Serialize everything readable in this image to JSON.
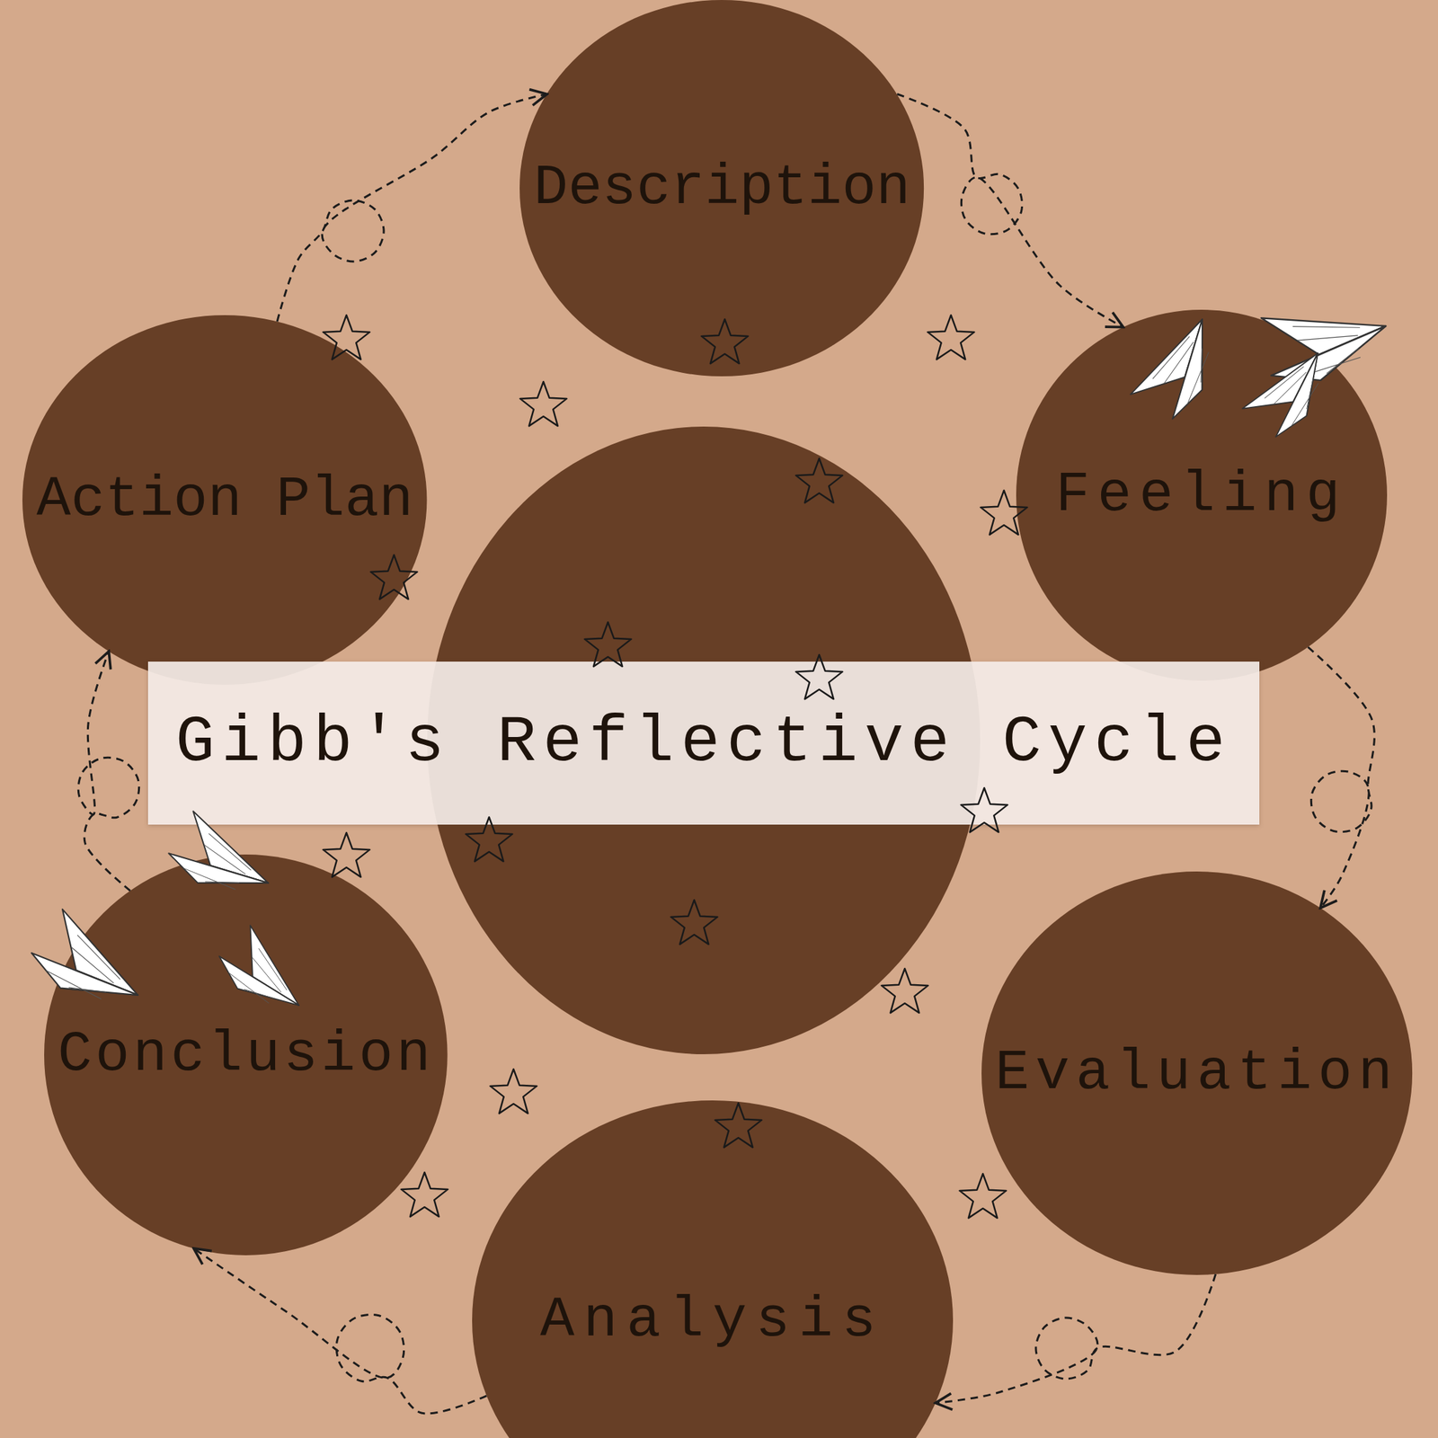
{
  "diagram": {
    "nodes": [
      {
        "text": [
          "Description"
        ]
      },
      {
        "text": [
          "Feeling"
        ]
      },
      {
        "text": [
          "Evaluation"
        ]
      },
      {
        "text": [
          "Analysis"
        ]
      },
      {
        "text": [
          "Conclusion"
        ]
      },
      {
        "text": [
          "Action Plan"
        ]
      },
      {
        "text": [
          "Gibb's Reflective Cycle"
        ]
      }
    ],
    "edges": [
      {
        "from": 0,
        "to": 1,
        "arrow": "to"
      },
      {
        "from": 1,
        "to": 2,
        "arrow": "to"
      },
      {
        "from": 2,
        "to": 3,
        "arrow": "to"
      },
      {
        "from": 3,
        "to": 4,
        "arrow": "to"
      },
      {
        "from": 4,
        "to": 5,
        "arrow": "to"
      },
      {
        "from": 5,
        "to": 0,
        "arrow": "to"
      }
    ]
  }
}
